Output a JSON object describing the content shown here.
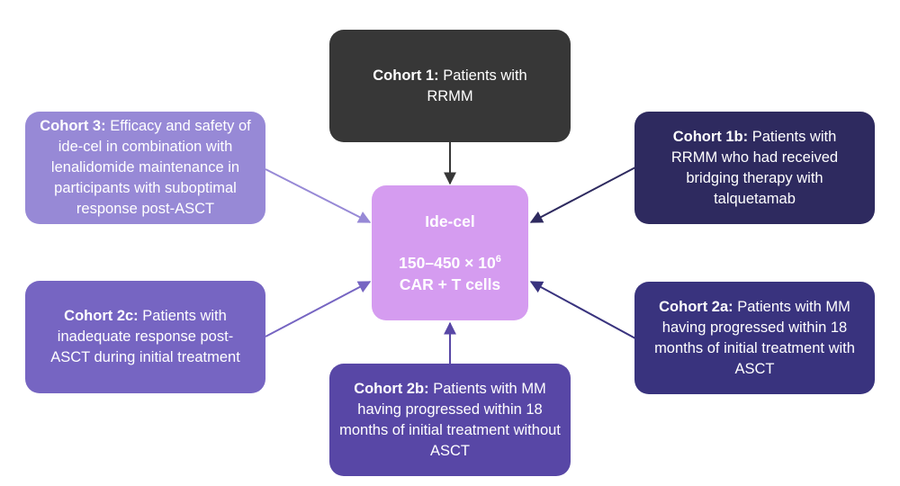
{
  "center": {
    "title": "Ide-cel",
    "dose_prefix": "150–450 × 10",
    "dose_exp": "6",
    "dose_suffix": "CAR + T cells",
    "color": "#d59cf0"
  },
  "cohorts": {
    "c1": {
      "label": "Cohort 1:",
      "text": "Patients with RRMM",
      "color": "#373737"
    },
    "c1b": {
      "label": "Cohort 1b:",
      "text": "Patients with RRMM who had received bridging therapy with talquetamab",
      "color": "#2e2a5f"
    },
    "c2a": {
      "label": "Cohort 2a:",
      "text": "Patients with MM having progressed within 18 months of initial treatment with ASCT",
      "color": "#39337e"
    },
    "c2b": {
      "label": "Cohort 2b:",
      "text": "Patients with MM having progressed within 18 months of initial treatment without ASCT",
      "color": "#5847a6"
    },
    "c2c": {
      "label": "Cohort 2c:",
      "text": "Patients with inadequate response post-ASCT during initial treatment",
      "color": "#7665c2"
    },
    "c3": {
      "label": "Cohort 3:",
      "text": "Efficacy and safety of ide-cel in combination with lenalidomide maintenance in participants with suboptimal response post-ASCT",
      "color": "#9789d6"
    }
  }
}
